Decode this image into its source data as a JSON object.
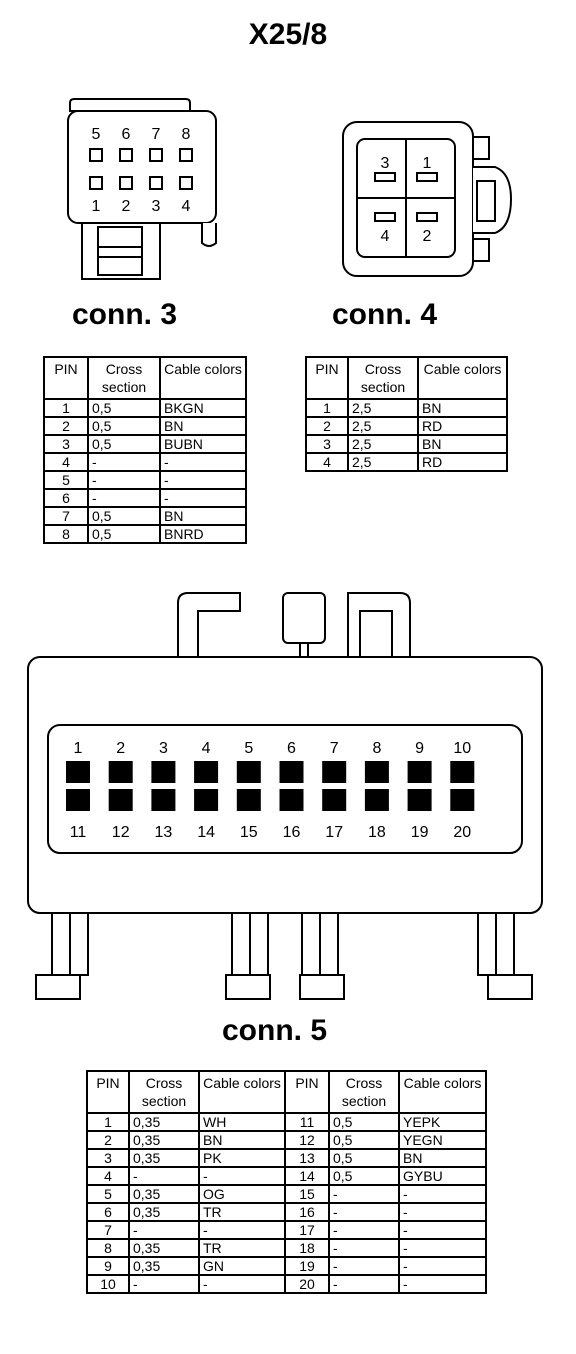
{
  "title": "X25/8",
  "headers": {
    "pin": "PIN",
    "cross": "Cross section",
    "cable": "Cable colors"
  },
  "conn3": {
    "label": "conn. 3",
    "pins_top": [
      "5",
      "6",
      "7",
      "8"
    ],
    "pins_bottom": [
      "1",
      "2",
      "3",
      "4"
    ],
    "rows": [
      {
        "pin": "1",
        "cross": "0,5",
        "color": "BKGN"
      },
      {
        "pin": "2",
        "cross": "0,5",
        "color": "BN"
      },
      {
        "pin": "3",
        "cross": "0,5",
        "color": "BUBN"
      },
      {
        "pin": "4",
        "cross": "-",
        "color": "-"
      },
      {
        "pin": "5",
        "cross": "-",
        "color": "-"
      },
      {
        "pin": "6",
        "cross": "-",
        "color": "-"
      },
      {
        "pin": "7",
        "cross": "0,5",
        "color": "BN"
      },
      {
        "pin": "8",
        "cross": "0,5",
        "color": "BNRD"
      }
    ]
  },
  "conn4": {
    "label": "conn. 4",
    "pins": [
      "3",
      "1",
      "4",
      "2"
    ],
    "rows": [
      {
        "pin": "1",
        "cross": "2,5",
        "color": "BN"
      },
      {
        "pin": "2",
        "cross": "2,5",
        "color": "RD"
      },
      {
        "pin": "3",
        "cross": "2,5",
        "color": "BN"
      },
      {
        "pin": "4",
        "cross": "2,5",
        "color": "RD"
      }
    ]
  },
  "conn5": {
    "label": "conn. 5",
    "pins_top": [
      "1",
      "2",
      "3",
      "4",
      "5",
      "6",
      "7",
      "8",
      "9",
      "10"
    ],
    "pins_bottom": [
      "11",
      "12",
      "13",
      "14",
      "15",
      "16",
      "17",
      "18",
      "19",
      "20"
    ],
    "rows": [
      {
        "pin": "1",
        "cross": "0,35",
        "color": "WH",
        "pin2": "11",
        "cross2": "0,5",
        "color2": "YEPK"
      },
      {
        "pin": "2",
        "cross": "0,35",
        "color": "BN",
        "pin2": "12",
        "cross2": "0,5",
        "color2": "YEGN"
      },
      {
        "pin": "3",
        "cross": "0,35",
        "color": "PK",
        "pin2": "13",
        "cross2": "0,5",
        "color2": "BN"
      },
      {
        "pin": "4",
        "cross": "-",
        "color": "-",
        "pin2": "14",
        "cross2": "0,5",
        "color2": "GYBU"
      },
      {
        "pin": "5",
        "cross": "0,35",
        "color": "OG",
        "pin2": "15",
        "cross2": "-",
        "color2": "-"
      },
      {
        "pin": "6",
        "cross": "0,35",
        "color": "TR",
        "pin2": "16",
        "cross2": "-",
        "color2": "-"
      },
      {
        "pin": "7",
        "cross": "-",
        "color": "-",
        "pin2": "17",
        "cross2": "-",
        "color2": "-"
      },
      {
        "pin": "8",
        "cross": "0,35",
        "color": "TR",
        "pin2": "18",
        "cross2": "-",
        "color2": "-"
      },
      {
        "pin": "9",
        "cross": "0,35",
        "color": "GN",
        "pin2": "19",
        "cross2": "-",
        "color2": "-"
      },
      {
        "pin": "10",
        "cross": "-",
        "color": "-",
        "pin2": "20",
        "cross2": "-",
        "color2": "-"
      }
    ]
  }
}
